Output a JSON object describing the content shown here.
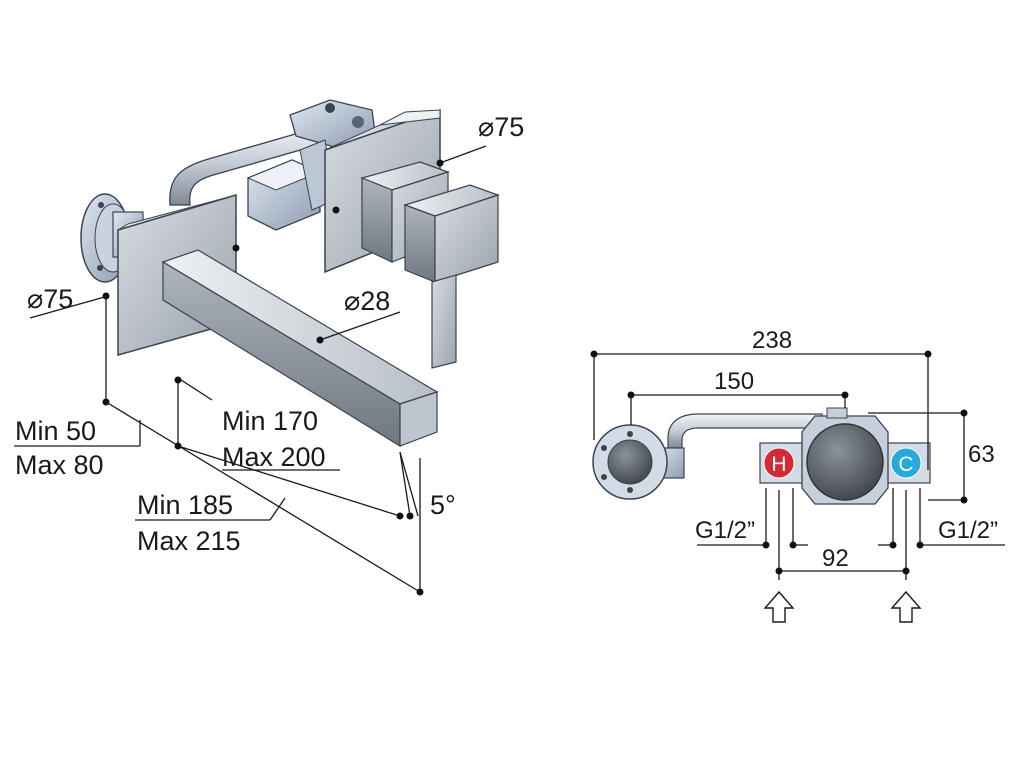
{
  "iso_view": {
    "dia_plate_left": "⌀75",
    "dia_plate_right": "⌀75",
    "dia_spout": "⌀28",
    "depth_1": {
      "min": "Min 50",
      "max": "Max 80"
    },
    "depth_2": {
      "min": "Min 170",
      "max": "Max 200"
    },
    "depth_3": {
      "min": "Min 185",
      "max": "Max 215"
    },
    "angle": "5°"
  },
  "top_view": {
    "overall_width": "238",
    "center_spacing": "150",
    "height": "63",
    "inlet_spacing": "92",
    "thread_left": "G1/2”",
    "thread_right": "G1/2”",
    "hot_badge": "H",
    "cold_badge": "C"
  },
  "colors": {
    "hot": "#d42a34",
    "cold": "#27a9dc",
    "metal_light": "#d6dbe2",
    "metal_mid": "#a7afb9",
    "metal_dark": "#6f7882"
  }
}
